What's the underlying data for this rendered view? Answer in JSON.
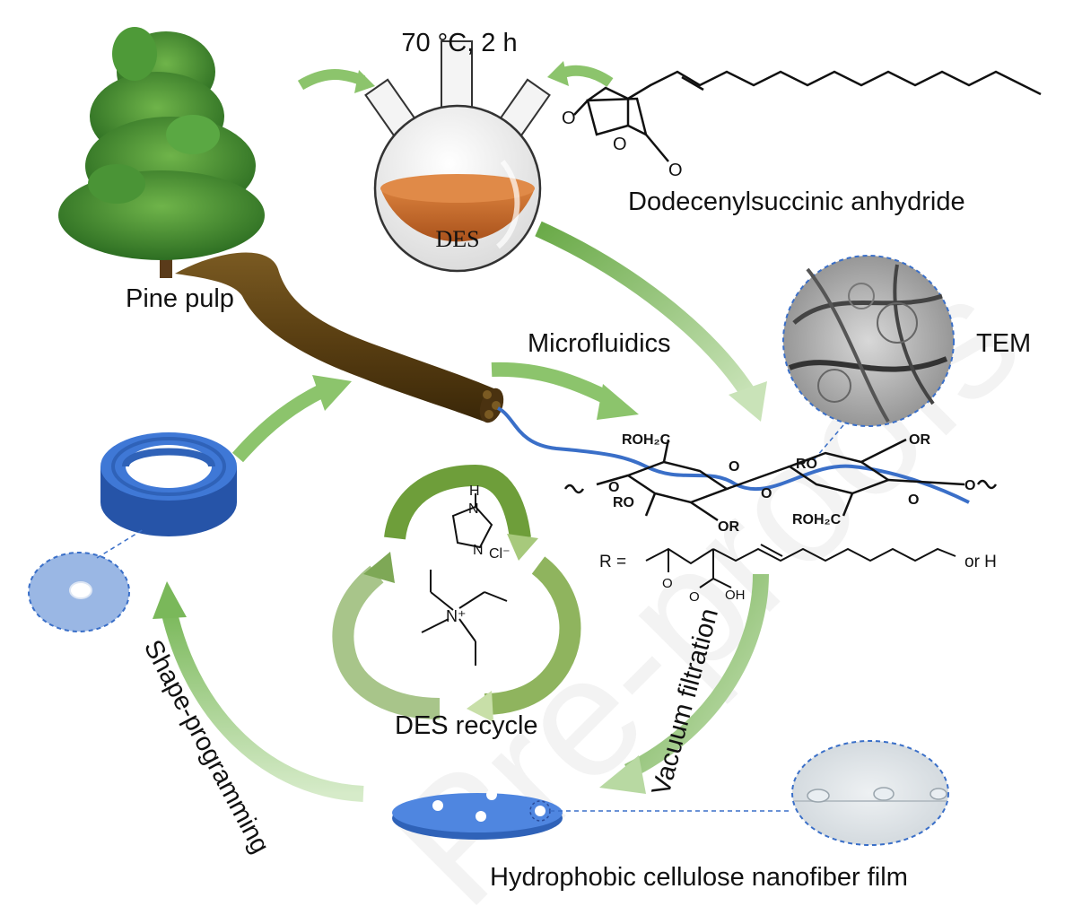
{
  "labels": {
    "reaction_conditions": "70 °C, 2 h",
    "reagent": "Dodecenylsuccinic anhydride",
    "solvent": "DES",
    "source": "Pine pulp",
    "process": "Microfluidics",
    "microscopy": "TEM",
    "recycle": "DES recycle",
    "filtration": "Vacuum filtration",
    "shaping": "Shape-programming",
    "product": "Hydrophobic cellulose nanofiber film",
    "watermark": "Pre-proofs"
  },
  "chem": {
    "roh2c_top": "ROH₂C",
    "roh2c_bottom": "ROH₂C",
    "or_top": "OR",
    "ro_left": "RO",
    "ro_mid": "RO",
    "or_bottom": "OR",
    "o_ring1": "O",
    "o_ring2": "O",
    "o_link": "O",
    "o_left": "O",
    "o_right": "O",
    "r_eq": "R =",
    "or_h": "or H",
    "oh": "OH",
    "o_ketone": "O",
    "o_acid": "O",
    "anh_o1": "O",
    "anh_o2": "O",
    "anh_o3": "O",
    "im_h": "H",
    "im_n1": "N",
    "im_n2": "N",
    "cl": "Cl⁻",
    "n_plus": "N⁺"
  },
  "colors": {
    "arrow_green": "#78b75a",
    "blue_film": "#3f78d6",
    "des_liquid": "#c46a2d",
    "fiber_brown": "#5a3f12",
    "tree_green": "#3c8a2e"
  }
}
